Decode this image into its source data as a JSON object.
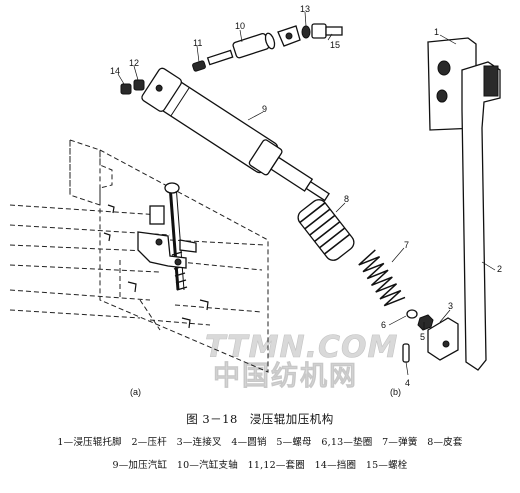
{
  "diagram": {
    "callouts": [
      {
        "id": "c1",
        "text": "1"
      },
      {
        "id": "c2",
        "text": "2"
      },
      {
        "id": "c3",
        "text": "3"
      },
      {
        "id": "c4",
        "text": "4"
      },
      {
        "id": "c5",
        "text": "5"
      },
      {
        "id": "c6",
        "text": "6"
      },
      {
        "id": "c7",
        "text": "7"
      },
      {
        "id": "c8",
        "text": "8"
      },
      {
        "id": "c9",
        "text": "9"
      },
      {
        "id": "c10",
        "text": "10"
      },
      {
        "id": "c11",
        "text": "11"
      },
      {
        "id": "c12",
        "text": "12"
      },
      {
        "id": "c13",
        "text": "13"
      },
      {
        "id": "c14",
        "text": "14"
      },
      {
        "id": "c15",
        "text": "15"
      }
    ],
    "sub_label_a": "(a)",
    "sub_label_b": "(b)",
    "watermark_line1": "TTMN.COM",
    "watermark_line2": "中国纺机网"
  },
  "caption": {
    "title": "图 3－18　浸压辊加压机构",
    "legend_line1": "1—浸压辊托脚　2—压杆　3—连接叉　4—圆销　5—螺母　6,13—垫圈　7—弹簧　8—皮套",
    "legend_line2": "9—加压汽缸　10—汽缸支轴　11,12—套圈　14—挡圈　15—螺栓"
  }
}
